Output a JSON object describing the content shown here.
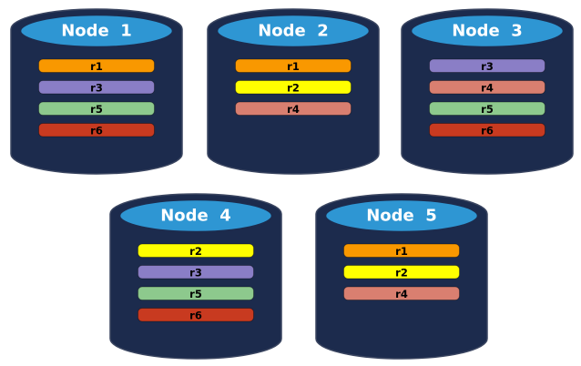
{
  "colors": {
    "background": "#FFFFFF",
    "cylinder_body": "#1C2B4D",
    "cylinder_outline": "#3A4560",
    "cylinder_top_fill": "#2E96D3",
    "title_text": "#FFFFFF",
    "bar_border": "rgba(0,0,0,0.35)",
    "bar_text": "#000000",
    "replicas": {
      "r1": "#F99800",
      "r2": "#FFFF00",
      "r3": "#8A7EC6",
      "r4": "#D97F70",
      "r5": "#8DC98D",
      "r6": "#C83A20"
    }
  },
  "nodes": [
    {
      "title": "Node  1",
      "replicas": [
        "r1",
        "r3",
        "r5",
        "r6"
      ]
    },
    {
      "title": "Node  2",
      "replicas": [
        "r1",
        "r2",
        "r4"
      ]
    },
    {
      "title": "Node  3",
      "replicas": [
        "r3",
        "r4",
        "r5",
        "r6"
      ]
    },
    {
      "title": "Node  4",
      "replicas": [
        "r2",
        "r3",
        "r5",
        "r6"
      ]
    },
    {
      "title": "Node  5",
      "replicas": [
        "r1",
        "r2",
        "r4"
      ]
    }
  ]
}
